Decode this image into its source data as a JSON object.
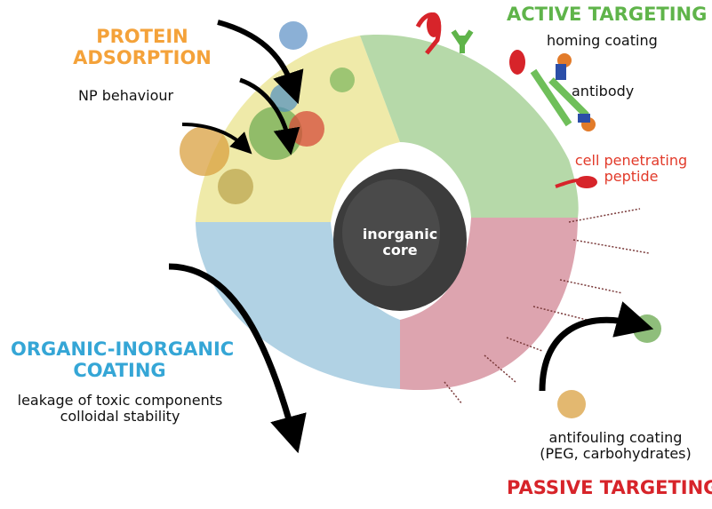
{
  "colors": {
    "protein": "#f4a23a",
    "active": "#5fb44a",
    "cell": "#e23a2a",
    "organic": "#35a6d6",
    "passive": "#d7242a",
    "seg_yellow": "#ece69a",
    "seg_green": "#a9d29a",
    "seg_pink": "#d99aa6",
    "seg_blue": "#a9cde1",
    "core": "#3c3c3c"
  },
  "labels": {
    "protein_adsorption_1": "PROTEIN",
    "protein_adsorption_2": "ADSORPTION",
    "np_behaviour": "NP behaviour",
    "active_targeting": "ACTIVE TARGETING",
    "homing_coating": "homing coating",
    "antibody": "antibody",
    "cell_penetrating_1": "cell penetrating",
    "cell_penetrating_2": "peptide",
    "inorganic_1": "inorganic",
    "inorganic_2": "core",
    "organic_1": "ORGANIC-INORGANIC",
    "organic_2": "COATING",
    "leakage": "leakage of toxic components",
    "colloidal": "colloidal stability",
    "antifouling_1": "antifouling coating",
    "antifouling_2": "(PEG, carbohydrates)",
    "passive_targeting": "PASSIVE TARGETING"
  }
}
